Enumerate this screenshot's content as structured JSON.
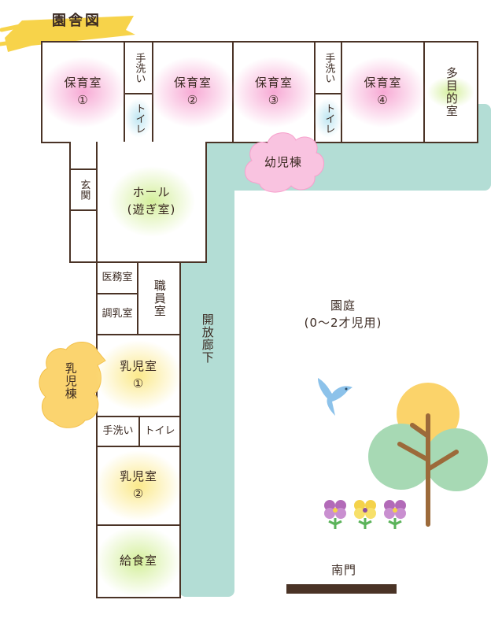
{
  "title": "園舎図",
  "rooms": {
    "hoiku1": "保育室\n①",
    "hoiku2": "保育室\n②",
    "hoiku3": "保育室\n③",
    "hoiku4": "保育室\n④",
    "tearai_a": "手洗い",
    "toilet_a": "トイレ",
    "tearai_b": "手洗い",
    "toilet_b": "トイレ",
    "tamokuteki": "多目的室",
    "genkan": "玄関",
    "hall": "ホール\n(遊ぎ室)",
    "imushitsu": "医務室",
    "choushitsu": "調乳室",
    "shokuin": "職員室",
    "nyuji1": "乳児室\n①",
    "tearai_c": "手洗い",
    "toilet_c": "トイレ",
    "nyuji2": "乳児室\n②",
    "kyushoku": "給食室"
  },
  "labels": {
    "youji_tou": "幼児棟",
    "nyuji_tou": "乳児棟",
    "kaihou_rouka": "開放廊下",
    "entei": "園庭\n(0～2才児用)",
    "nanmon": "南門"
  },
  "colors": {
    "wall": "#4a3326",
    "corridor": "#b3ddd5",
    "youji_cloud": "#f9c3e0",
    "nyuji_cloud": "#fbd46f",
    "title_brush": "#f7d34a"
  }
}
